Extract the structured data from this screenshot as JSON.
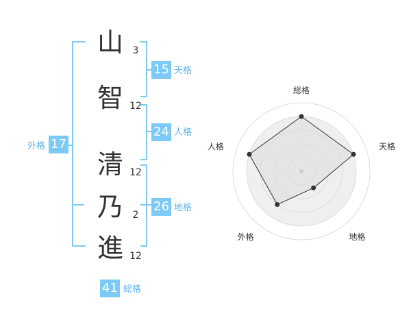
{
  "name_chars": [
    {
      "char": "山",
      "strokes": "3"
    },
    {
      "char": "智",
      "strokes": "12"
    },
    {
      "char": "清",
      "strokes": "12"
    },
    {
      "char": "乃",
      "strokes": "2"
    },
    {
      "char": "進",
      "strokes": "12"
    }
  ],
  "fortune": {
    "tenkaku": {
      "value": "15",
      "label": "天格"
    },
    "jinkaku": {
      "value": "24",
      "label": "人格"
    },
    "chikaku": {
      "value": "26",
      "label": "地格"
    },
    "gaikaku": {
      "value": "17",
      "label": "外格"
    },
    "soukaku": {
      "value": "41",
      "label": "総格"
    }
  },
  "colors": {
    "accent": "#7ccaf5",
    "accent_text": "#5ab6ea",
    "text": "#333333",
    "radar_fill": "#efefef",
    "ring": "#dddddd"
  },
  "chart_data": {
    "type": "radar",
    "axes": [
      "総格",
      "天格",
      "地格",
      "外格",
      "人格"
    ],
    "values": [
      4,
      4,
      1.5,
      3,
      4
    ],
    "max": 5,
    "rings": 4
  }
}
